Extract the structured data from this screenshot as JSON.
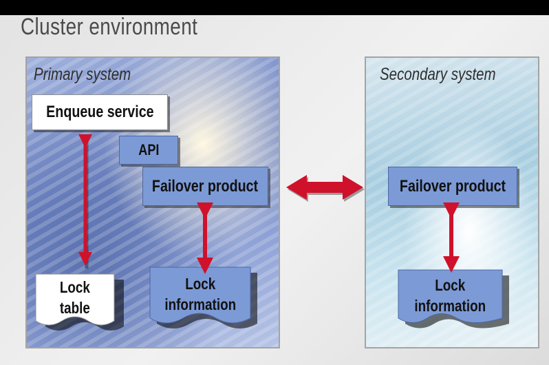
{
  "title": "Cluster environment",
  "primary": {
    "label": "Primary system",
    "enqueue_service": "Enqueue service",
    "api": "API",
    "failover_product": "Failover product",
    "lock_table": "Lock\ntable",
    "lock_information": "Lock\ninformation"
  },
  "secondary": {
    "label": "Secondary system",
    "failover_product": "Failover product",
    "lock_information": "Lock\ninformation"
  },
  "colors": {
    "arrow": "#d0112b",
    "box_blue": "#7c9ad6"
  }
}
